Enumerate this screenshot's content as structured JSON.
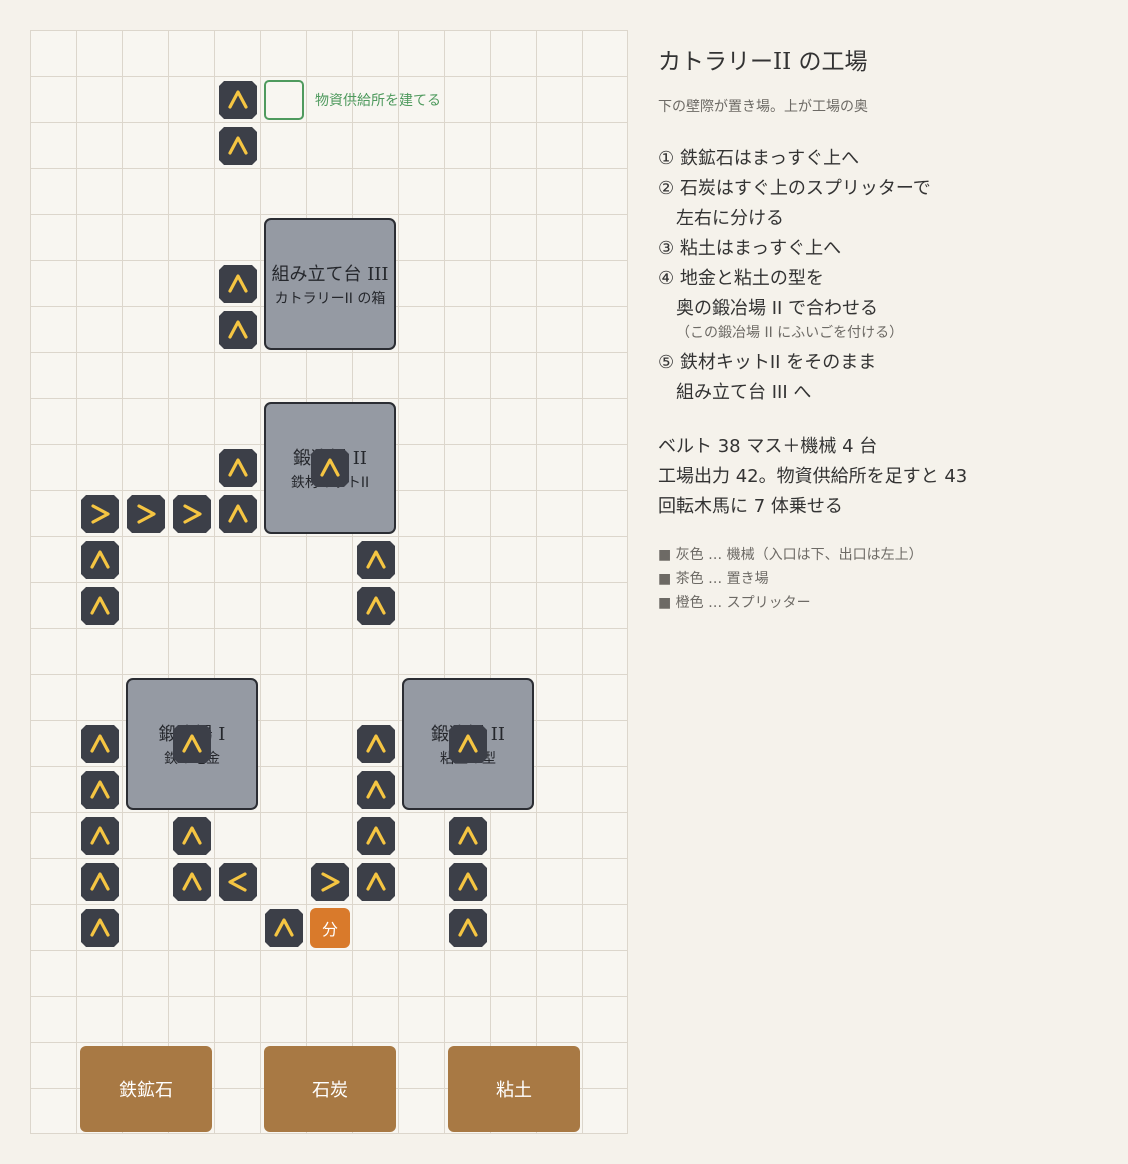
{
  "panel": {
    "title": "カトラリーII の工場",
    "subtitle": "下の壁際が置き場。上が工場の奥",
    "steps": [
      "① 鉄鉱石はまっすぐ上へ",
      "② 石炭はすぐ上のスプリッターで",
      "左右に分ける",
      "③ 粘土はまっすぐ上へ",
      "④ 地金と粘土の型を",
      "奥の鍛冶場 II で合わせる",
      "（この鍛冶場 II にふいごを付ける）",
      "⑤ 鉄材キットII をそのまま",
      "組み立て台 III へ"
    ],
    "stats": [
      "ベルト 38 マス＋機械 4 台",
      "工場出力 42。物資供給所を足すと 43",
      "回転木馬に 7 体乗せる"
    ],
    "legend": [
      "■ 灰色 … 機械（入口は下、出口は左上）",
      "■ 茶色 … 置き場",
      "■ 橙色 … スプリッター"
    ]
  },
  "diagram": {
    "supply_label": "物資供給所を建てる",
    "machines": [
      {
        "name": "組み立て台 III",
        "product": "カトラリーII の箱"
      },
      {
        "name": "鍛冶場 II",
        "product": "鉄材キットII"
      },
      {
        "name": "鍛冶場 I",
        "product": "鉄の地金"
      },
      {
        "name": "鍛冶場 II",
        "product": "粘土の型"
      }
    ],
    "storages": [
      "鉄鉱石",
      "石炭",
      "粘土"
    ],
    "splitter_label": "分",
    "colors": {
      "belt": "#3c3f48",
      "arrow": "#f5c542",
      "machine": "#959aa3",
      "storage": "#a87944",
      "splitter": "#d97a2b",
      "supply": "#4f9a5e"
    }
  }
}
